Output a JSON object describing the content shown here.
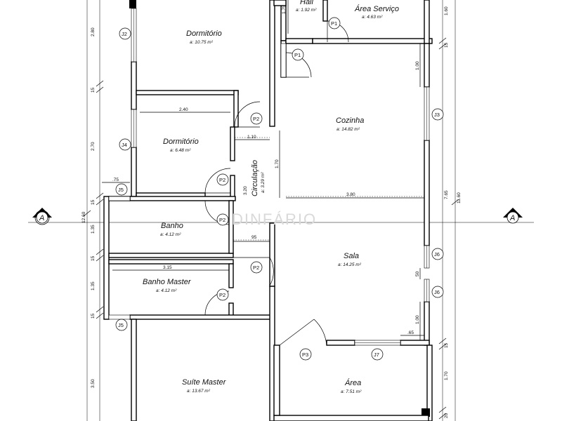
{
  "rooms": {
    "hall": {
      "name": "Hall",
      "area": "a: 1.92 m²"
    },
    "area_servico": {
      "name": "Área Serviço",
      "area": "a: 4.63 m²"
    },
    "dormitorio_1": {
      "name": "Dormitório",
      "area": "a: 10.75 m²"
    },
    "cozinha": {
      "name": "Cozinha",
      "area": "a: 14.82 m²"
    },
    "dormitorio_2": {
      "name": "Dormitório",
      "area": "a: 6.48 m²"
    },
    "circulacao": {
      "name": "Circulação",
      "area": "a: 3.29 m²"
    },
    "banho": {
      "name": "Banho",
      "area": "a: 4.12 m²"
    },
    "sala": {
      "name": "Sala",
      "area": "a: 14.25 m²"
    },
    "banho_master": {
      "name": "Banho Master",
      "area": "a: 4.12 m²"
    },
    "suite_master": {
      "name": "Suíte Master",
      "area": "a: 13.67 m²"
    },
    "area": {
      "name": "Área",
      "area": "a: 7.51 m²"
    }
  },
  "dimensions": {
    "left": [
      "2.80",
      "15",
      "2.70",
      "15",
      "1.35",
      "15",
      "1.35",
      "15",
      "3.50",
      "12.60"
    ],
    "right": [
      "1.60",
      "15",
      "7.65",
      "15",
      "1.70",
      "20",
      "11.60"
    ],
    "interior": [
      "2.40",
      "1.10",
      "1.70",
      "3.20",
      ".75",
      "95",
      "3.15",
      "3.80",
      "1.00",
      "50",
      "1.00",
      ".65",
      "1.75"
    ]
  },
  "tags": {
    "j2": "J2",
    "j3": "J3",
    "j4": "J4",
    "j5a": "J5",
    "j5b": "J5",
    "j6a": "J6",
    "j6b": "J6",
    "j7": "J7",
    "p1a": "P1",
    "p1b": "P1",
    "p2a": "P2",
    "p2b": "P2",
    "p2c": "P2",
    "p2d": "P2",
    "p2e": "P2",
    "p3": "P3"
  },
  "section": {
    "left": "A",
    "right": "A"
  },
  "watermark": "DINFÁRIO"
}
